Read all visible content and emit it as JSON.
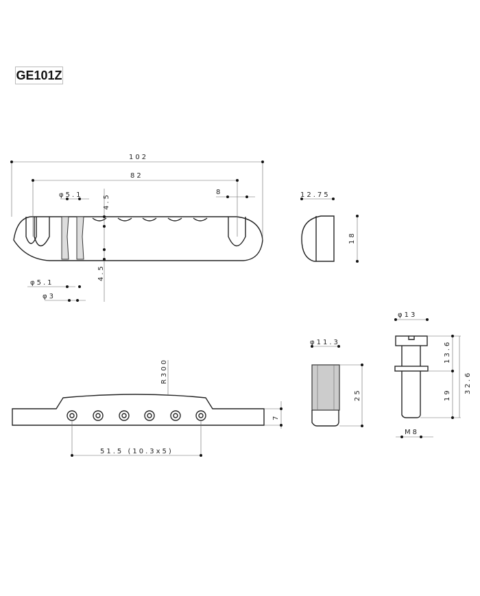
{
  "title": "GE101Z",
  "tailpiece_top": {
    "overall_length": "102",
    "post_spacing": "82",
    "slot": "8",
    "hole_diameter_top": "φ5.1",
    "depth_top": "4.5",
    "depth_bottom": "4.5",
    "hole_diameter_bottom": "φ5.1",
    "thread_hole": "φ3"
  },
  "tailpiece_end": {
    "depth": "12.75",
    "height": "18"
  },
  "bridge": {
    "radius": "R300",
    "saddle_spacing": "51.5 (10.3x5)",
    "height": "7"
  },
  "stud_anchor": {
    "diameter": "φ11.3",
    "length": "25"
  },
  "stud": {
    "head_diameter": "φ13",
    "head_height": "13.6",
    "overall": "32.6",
    "thread_length": "19",
    "thread": "M8"
  }
}
